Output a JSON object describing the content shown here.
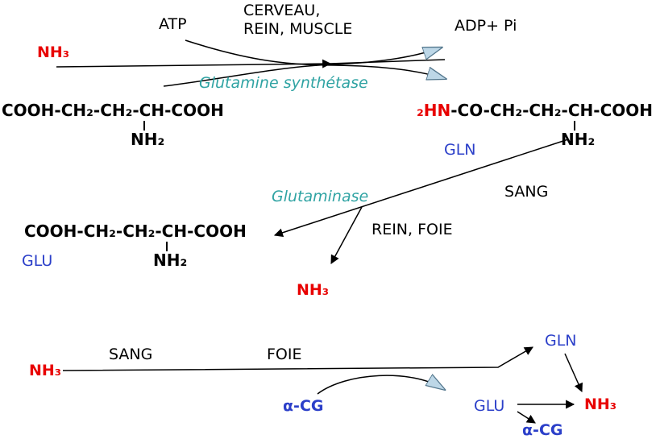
{
  "colors": {
    "red": "#e80000",
    "blue": "#2b3fc9",
    "teal": "#2fa3a3",
    "arrow_fill": "#bdd7e7",
    "arrow_edge": "#55788e"
  },
  "top_reaction": {
    "substrate_nh3": "NH₃",
    "atp_label": "ATP",
    "tissues_line1": "CERVEAU,",
    "tissues_line2": "REIN, MUSCLE",
    "adp_label": "ADP+ Pi",
    "enzyme": "Glutamine synthétase",
    "glutamate_formula": "COOH-CH₂-CH₂-CH-COOH",
    "glutamate_amine": "NH₂",
    "glutamine_prefix": "₂HN",
    "glutamine_rest": "-CO-CH₂-CH₂-CH-COOH",
    "glutamine_amine": "NH₂",
    "glutamine_abbr": "GLN"
  },
  "middle_reaction": {
    "blood_label": "SANG",
    "enzyme": "Glutaminase",
    "tissues": "REIN, FOIE",
    "glutamate_formula": "COOH-CH₂-CH₂-CH-COOH",
    "glutamate_amine": "NH₂",
    "glutamate_abbr": "GLU",
    "product_nh3": "NH₃"
  },
  "bottom_pathway": {
    "nh3_start": "NH₃",
    "blood_label": "SANG",
    "liver_label": "FOIE",
    "alpha_cg_left": "α-CG",
    "glu_label": "GLU",
    "gln_label": "GLN",
    "nh3_end": "NH₃",
    "alpha_cg_right": "α-CG"
  }
}
